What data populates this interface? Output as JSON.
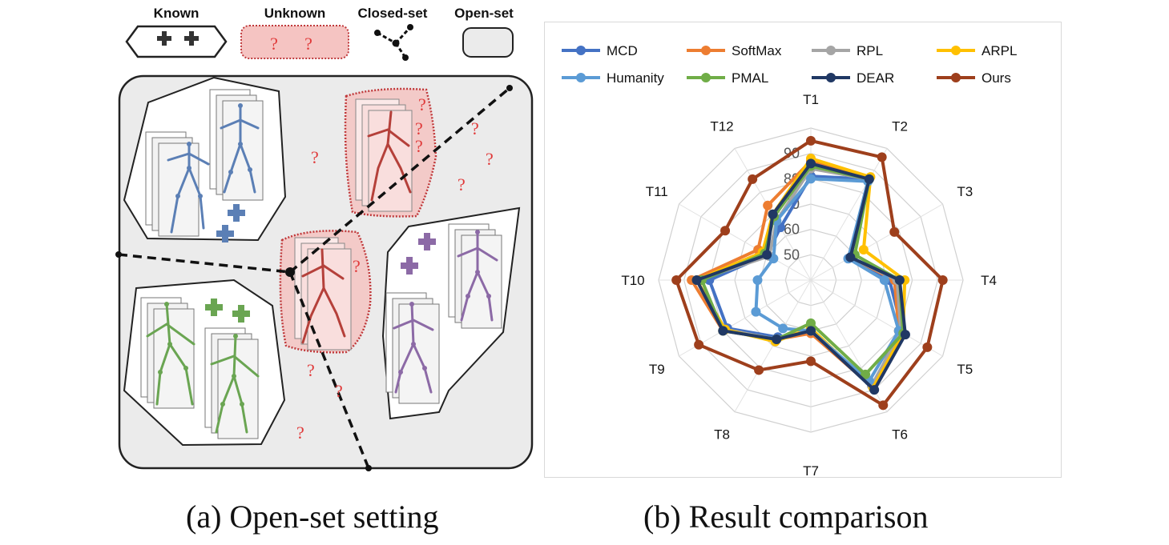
{
  "captions": {
    "a": "(a) Open-set setting",
    "b": "(b) Result comparison"
  },
  "diagram": {
    "key": {
      "known": "Known",
      "unknown": "Unknown",
      "closed_set": "Closed-set",
      "open_set": "Open-set"
    },
    "known_symbol": "+",
    "unknown_symbol": "?",
    "colors": {
      "blue": "#5b7fb5",
      "green": "#6aa552",
      "purple": "#8c6aa6",
      "red": "#b5403a",
      "unknown_fill": "#f5c4c2",
      "unknown_border": "#c0393b",
      "open_set_fill": "#ebebeb"
    }
  },
  "chart_data": {
    "type": "radar",
    "axes": [
      "T1",
      "T2",
      "T3",
      "T4",
      "T5",
      "T6",
      "T7",
      "T8",
      "T9",
      "T10",
      "T11",
      "T12"
    ],
    "ticks": [
      50,
      60,
      70,
      80,
      90
    ],
    "range": [
      40,
      100
    ],
    "series": [
      {
        "name": "MCD",
        "color": "#4472c4",
        "values": [
          81,
          86,
          57,
          71,
          82,
          88,
          60,
          66,
          78,
          80,
          60,
          64
        ]
      },
      {
        "name": "SoftMax",
        "color": "#ed7d31",
        "values": [
          87,
          86,
          58,
          73,
          80,
          89,
          61,
          67,
          80,
          87,
          64,
          74
        ]
      },
      {
        "name": "RPL",
        "color": "#a5a5a5",
        "values": [
          84,
          86,
          58,
          74,
          81,
          88,
          60,
          67,
          79,
          85,
          59,
          67
        ]
      },
      {
        "name": "ARPL",
        "color": "#ffc000",
        "values": [
          88,
          87,
          64,
          77,
          82,
          89,
          59,
          68,
          79,
          85,
          62,
          70
        ]
      },
      {
        "name": "Humanity",
        "color": "#5b9bd5",
        "values": [
          80,
          85,
          57,
          69,
          80,
          86,
          60,
          62,
          65,
          61,
          57,
          67
        ]
      },
      {
        "name": "PMAL",
        "color": "#70ad47",
        "values": [
          85,
          86,
          60,
          75,
          82,
          83,
          57,
          67,
          80,
          83,
          61,
          69
        ]
      },
      {
        "name": "DEAR",
        "color": "#203864",
        "values": [
          86,
          86,
          58,
          75,
          83,
          90,
          60,
          67,
          80,
          85,
          60,
          70
        ]
      },
      {
        "name": "Ours",
        "color": "#9e3f1c",
        "values": [
          95,
          96,
          78,
          92,
          93,
          97,
          72,
          81,
          91,
          93,
          79,
          86
        ]
      }
    ]
  }
}
